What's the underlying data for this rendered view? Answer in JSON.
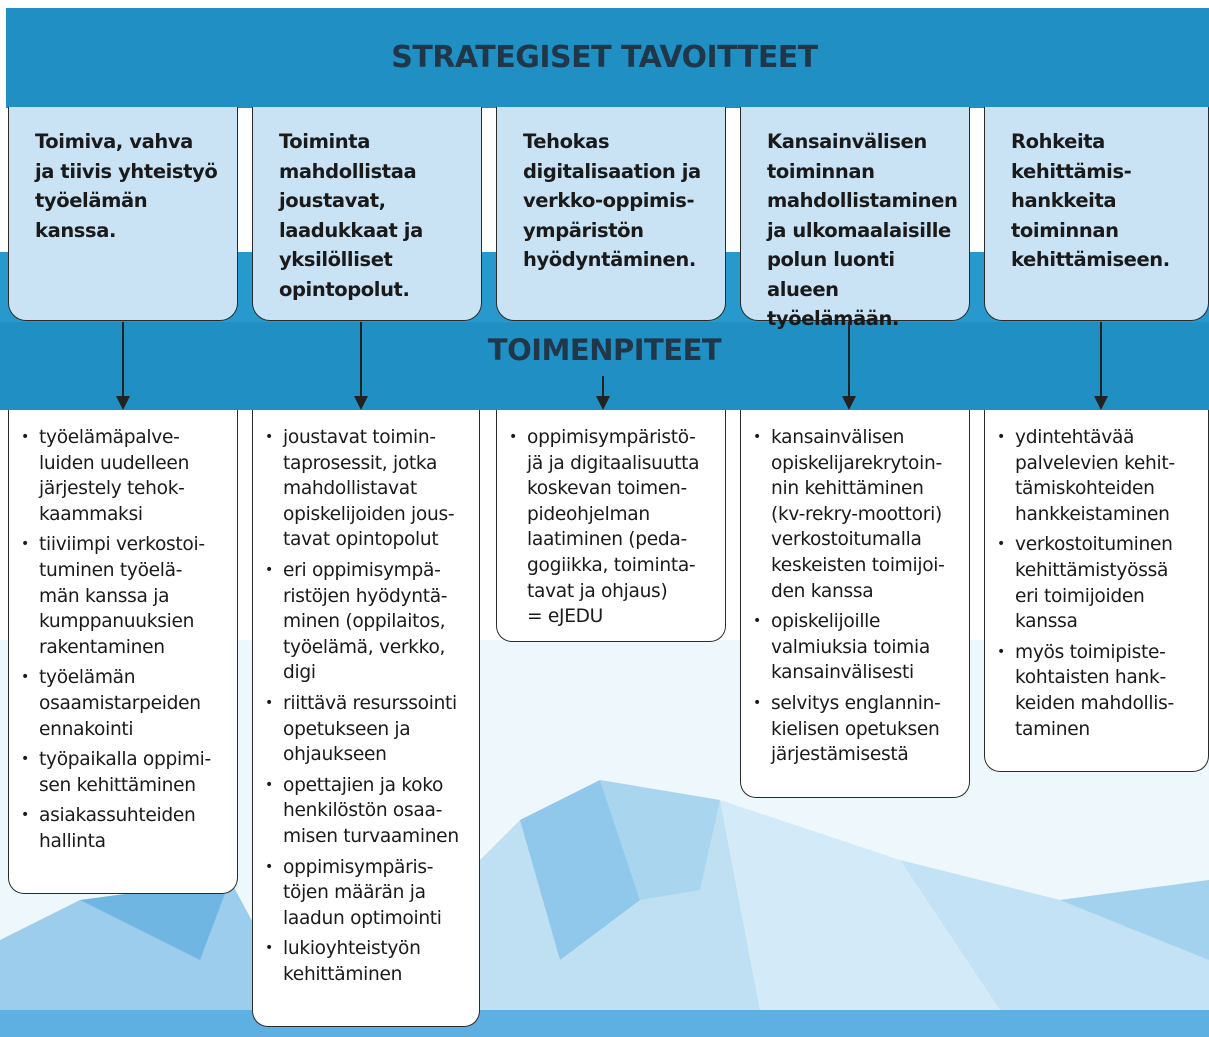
{
  "header": {
    "title": "STRATEGISET TAVOITTEET"
  },
  "middle_band": {
    "title": "TOIMENPITEET"
  },
  "colors": {
    "band_blue": "#1f8fc4",
    "light_box": "#c9e3f4",
    "title_text": "#1f3748",
    "background_lower": "#e6f3fb"
  },
  "goals": [
    {
      "text": "Toimiva, vahva\nja tiivis yhteistyö\ntyöelämän\nkanssa."
    },
    {
      "text": "Toiminta\nmahdollistaa\njoustavat,\nlaadukkaat ja\nyksilölliset\nopintopolut."
    },
    {
      "text": "Tehokas\ndigitalisaation ja\nverkko-oppimis-\nympäristön\nhyödyntäminen."
    },
    {
      "text": "Kansainvälisen\ntoiminnan\nmahdollistaminen\nja ulkomaalaisille\npolun luonti alueen\ntyöelämään."
    },
    {
      "text": "Rohkeita\nkehittämis-\nhankkeita\ntoiminnan\nkehittämiseen."
    }
  ],
  "measures": [
    {
      "items": [
        "työelämäpalve-\nluiden uudelleen\njärjestely tehok-\nkaammaksi",
        "tiiviimpi verkostoi-\ntuminen työelä-\nmän kanssa ja\nkumppanuuksien\nrakentaminen",
        "työelämän\nosaamistarpeiden\nennakointi",
        "työpaikalla oppimi-\nsen kehittäminen",
        "asiakassuhteiden\nhallinta"
      ]
    },
    {
      "items": [
        "joustavat toimin-\ntaprosessit, jotka\nmahdollistavat\nopiskelijoiden jous-\ntavat opintopolut",
        "eri oppimisympä-\nristöjen hyödyntä-\nminen (oppilaitos,\ntyöelämä, verkko,\ndigi",
        "riittävä resurssointi\nopetukseen ja\nohjaukseen",
        "opettajien ja koko\nhenkilöstön osaa-\nmisen turvaaminen",
        "oppimisympäris-\ntöjen määrän ja\nlaadun optimointi",
        "lukioyhteistyön\nkehittäminen"
      ]
    },
    {
      "items": [
        "oppimisympäristö-\njä ja digitaalisuutta\nkoskevan toimen-\npideohjelman\nlaatiminen (peda-\ngogiikka, toiminta-\ntavat ja ohjaus)\n= eJEDU"
      ]
    },
    {
      "items": [
        "kansainvälisen\nopiskelijarekrytoin-\nnin kehittäminen\n(kv-rekry-moottori)\nverkostoitumalla\nkeskeisten toimijoi-\nden kanssa",
        "opiskelijoille\nvalmiuksia toimia\nkansainvälisesti",
        "selvitys englannin-\nkielisen opetuksen\njärjestämisestä"
      ]
    },
    {
      "items": [
        "ydintehtävää\npalvelevien kehit-\ntämiskohteiden\nhankkeistaminen",
        "verkostoituminen\nkehittämistyössä\neri toimijoiden\nkanssa",
        "myös toimipiste-\nkohtaisten hank-\nkeiden mahdollis-\ntaminen"
      ]
    }
  ]
}
